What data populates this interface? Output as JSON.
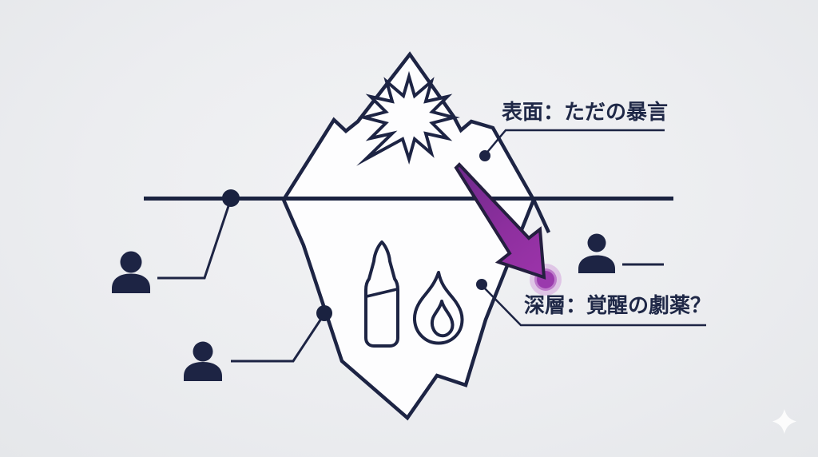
{
  "scene": {
    "type": "iceberg-diagram",
    "background": "#ecedf0",
    "ink": "#1d2444",
    "iceberg_fill": "#fdfdfe",
    "arrow_purple": "#8d2f9e",
    "glow_purple": "#b364c2",
    "text_color": "#1f2847"
  },
  "labels": {
    "surface": "表面：ただの暴言",
    "deep": "深層：覚醒の劇薬？"
  },
  "icons": {
    "burst": "impact-burst-icon",
    "ampoule": "ampoule-icon",
    "flame": "flame-icon",
    "person": "person-icon",
    "arrow": "purple-arrow-icon",
    "sparkle": "sparkle-icon"
  },
  "person_count": 3
}
